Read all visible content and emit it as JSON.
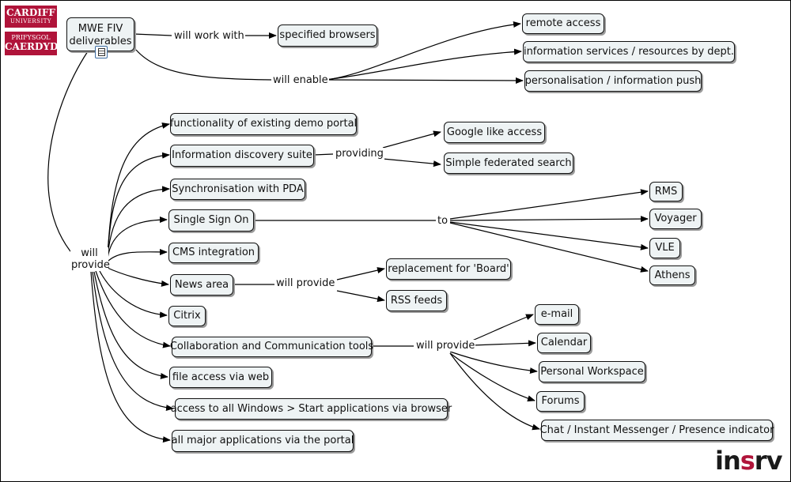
{
  "logo": {
    "line1": "CARDIFF",
    "line2": "UNIVERSITY",
    "line3": "PRIFYSGOL",
    "line4": "CAERDYDD",
    "color": "#b0143a"
  },
  "brand": {
    "first": "in",
    "accent": "s",
    "rest": "rv"
  },
  "root": {
    "line1": "MWE FIV",
    "line2": "deliverables",
    "icon": "document-icon"
  },
  "link_labels": {
    "will_work_with": "will work with",
    "will_enable": "will enable",
    "will_provide_main_1": "will",
    "will_provide_main_2": "provide",
    "providing": "providing",
    "to": "to",
    "news_will_provide": "will provide",
    "collab_will_provide": "will provide"
  },
  "nodes": {
    "specified_browsers": "specified browsers",
    "remote_access": "remote access",
    "information_services": "information services / resources by dept.",
    "personalisation": "personalisation / information push",
    "functionality_demo": "functionality of existing demo portal",
    "info_discovery": "Information discovery suite",
    "google_like": "Google like access",
    "federated_search": "Simple federated search",
    "sync_pda": "Synchronisation with PDA",
    "sso": "Single Sign On",
    "rms": "RMS",
    "voyager": "Voyager",
    "vle": "VLE",
    "athens": "Athens",
    "cms": "CMS integration",
    "news": "News area",
    "board": "replacement for 'Board'",
    "rss": "RSS feeds",
    "citrix": "Citrix",
    "collab": "Collaboration and Communication tools",
    "email": "e-mail",
    "calendar": "Calendar",
    "personal_ws": "Personal Workspace",
    "forums": "Forums",
    "chat": "Chat / Instant Messenger / Presence indicator",
    "file_access": "file access via web",
    "windows_apps": "access to all Windows > Start applications via browser",
    "major_apps": "all major applications via the portal"
  }
}
